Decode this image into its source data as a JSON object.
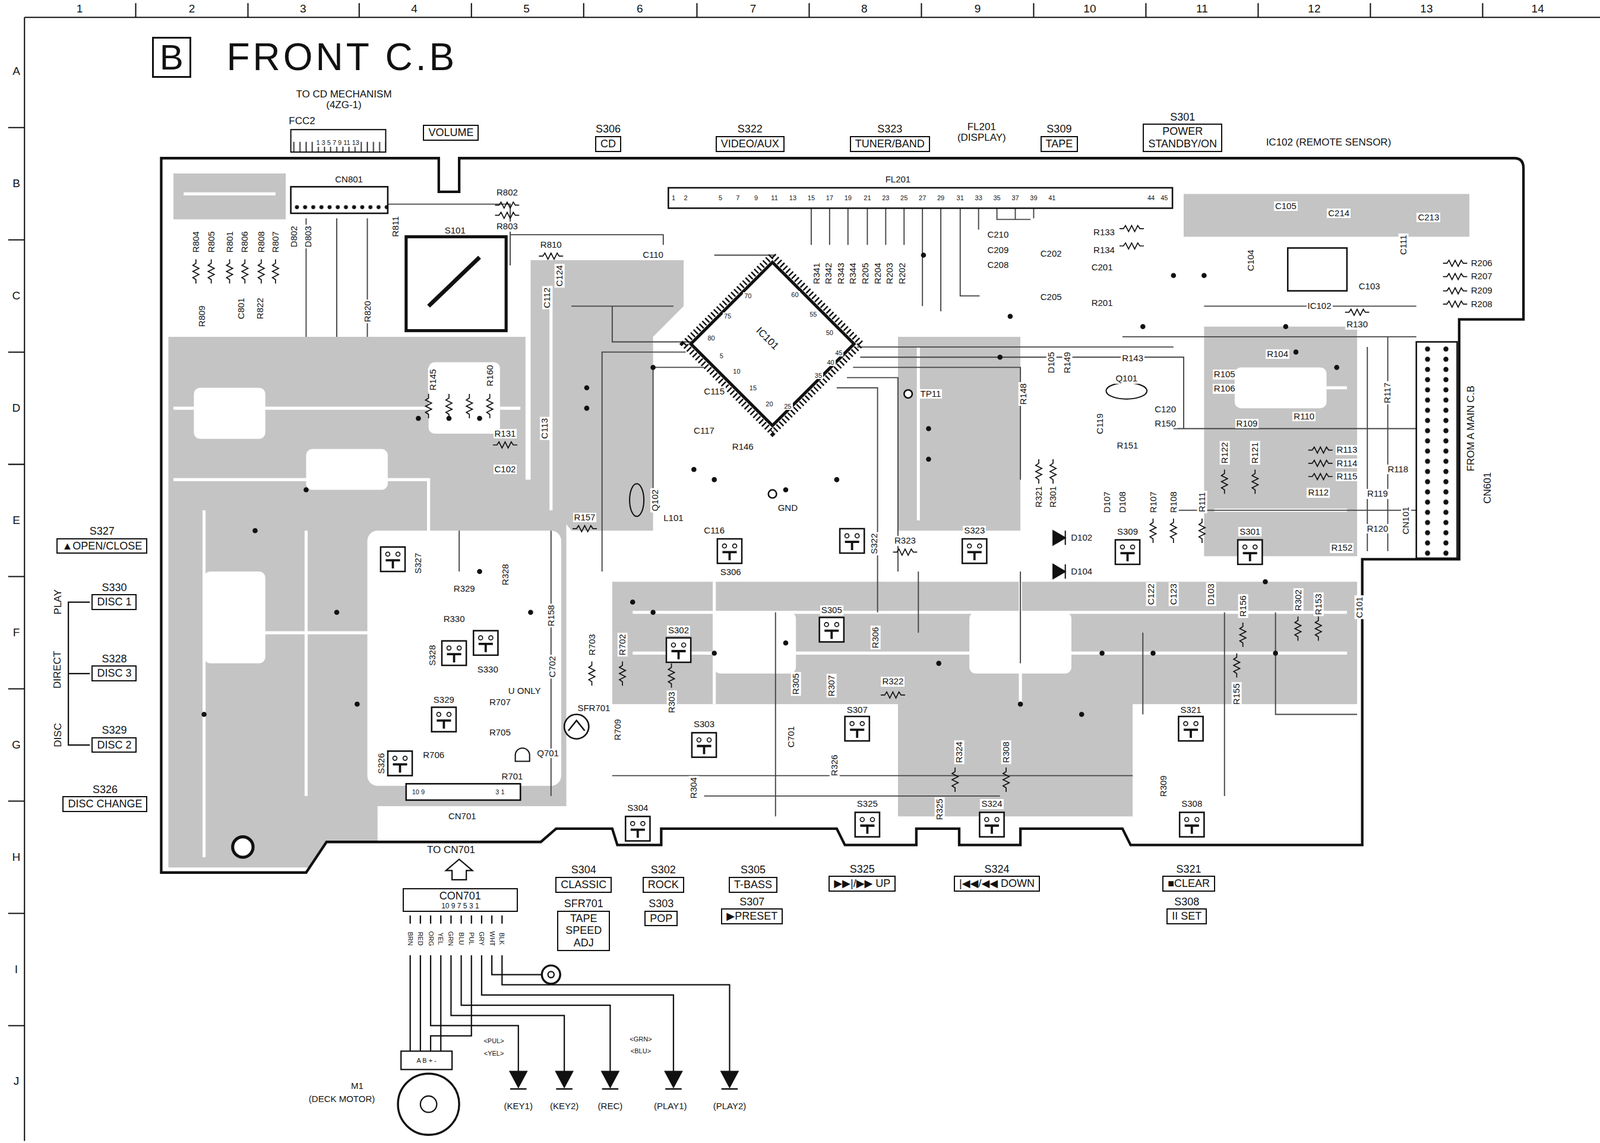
{
  "diagram": {
    "title": "FRONT C.B",
    "nodes": [
      {
        "text": [
          "B"
        ]
      },
      {
        "text": [
          "VOLUME"
        ]
      },
      {
        "text": [
          "S306",
          "CD"
        ]
      },
      {
        "text": [
          "S322",
          "VIDEO/AUX"
        ]
      },
      {
        "text": [
          "S323",
          "TUNER/BAND"
        ]
      },
      {
        "text": [
          "S309",
          "TAPE"
        ]
      },
      {
        "text": [
          "S301",
          "POWER",
          "STANDBY/ON"
        ]
      },
      {
        "text": [
          "S327",
          "▲OPEN/CLOSE"
        ]
      },
      {
        "text": [
          "S330",
          "DISC 1"
        ]
      },
      {
        "text": [
          "S328",
          "DISC 3"
        ]
      },
      {
        "text": [
          "S329",
          "DISC 2"
        ]
      },
      {
        "text": [
          "S326",
          "DISC CHANGE"
        ]
      },
      {
        "text": [
          "CON701",
          "10 9 7 5 3 1"
        ]
      },
      {
        "text": [
          "S304",
          "CLASSIC"
        ]
      },
      {
        "text": [
          "SFR701",
          "TAPE SPEED ADJ"
        ]
      },
      {
        "text": [
          "S302",
          "ROCK"
        ]
      },
      {
        "text": [
          "S303",
          "POP"
        ]
      },
      {
        "text": [
          "S305",
          "T-BASS"
        ]
      },
      {
        "text": [
          "S307",
          "▶PRESET"
        ]
      },
      {
        "text": [
          "S325",
          "▶▶|/▶▶ UP"
        ]
      },
      {
        "text": [
          "S324",
          "|◀◀/◀◀ DOWN"
        ]
      },
      {
        "text": [
          "S321",
          "■CLEAR"
        ]
      },
      {
        "text": [
          "S308",
          "II SET"
        ]
      }
    ],
    "labels": [
      "1",
      "2",
      "3",
      "4",
      "5",
      "6",
      "7",
      "8",
      "9",
      "10",
      "11",
      "12",
      "13",
      "14",
      "A",
      "B",
      "C",
      "D",
      "E",
      "F",
      "G",
      "H",
      "I",
      "J",
      "TO CD MECHANISM (4ZG-1)",
      "FCC2",
      "1 3 5 7 9 11 13",
      "FL201 (DISPLAY)",
      "IC102 (REMOTE SENSOR)",
      "CN801",
      "FL201",
      "1",
      "2",
      "5",
      "7",
      "9",
      "11",
      "13",
      "15",
      "17",
      "19",
      "21",
      "23",
      "25",
      "27",
      "29",
      "31",
      "33",
      "35",
      "37",
      "39",
      "41",
      "44",
      "45",
      "R802",
      "R803",
      "S101",
      "R810",
      "C110",
      "IC101",
      "80",
      "75",
      "70",
      "60",
      "55",
      "50",
      "45",
      "5",
      "10",
      "15",
      "20",
      "25",
      "35",
      "40",
      "C210",
      "C209",
      "C208",
      "C202",
      "C205",
      "C201",
      "R201",
      "R133",
      "R134",
      "C105",
      "C214",
      "C213",
      "C104",
      "IC102",
      "C103",
      "R130",
      "R206",
      "R207",
      "R209",
      "R208",
      "C111",
      "R804",
      "R805",
      "R806",
      "R801",
      "R808",
      "R807",
      "D802",
      "D803",
      "R811",
      "R809",
      "C801",
      "R822",
      "R820",
      "R145",
      "R160",
      "C112",
      "C124",
      "C113",
      "R131",
      "C102",
      "R157",
      "Q102",
      "L101",
      "C116",
      "C115",
      "C117",
      "R146",
      "GND",
      "TP11",
      "R341",
      "R342",
      "R343",
      "R344",
      "R205",
      "R204",
      "R203",
      "R202",
      "R143",
      "Q101",
      "C120",
      "R150",
      "R151",
      "C119",
      "R148",
      "D105",
      "R149",
      "R105",
      "R106",
      "R104",
      "R109",
      "R110",
      "R122",
      "R121",
      "R113",
      "R114",
      "R115",
      "R117",
      "R118",
      "R119",
      "R120",
      "R112",
      "CN101",
      "FROM A MAIN C.B",
      "CN601",
      "D107",
      "D108",
      "R107",
      "R108",
      "R111",
      "R321",
      "R301",
      "D102",
      "D104",
      "C122",
      "C123",
      "D103",
      "R156",
      "R302",
      "R153",
      "C101",
      "R152",
      "R155",
      "R309",
      "S327",
      "S306",
      "S322",
      "S323",
      "S309",
      "S301",
      "S305",
      "S302",
      "S303",
      "S307",
      "S321",
      "S325",
      "S324",
      "S308",
      "S304",
      "S328",
      "S330",
      "S329",
      "S326",
      "R323",
      "R306",
      "R322",
      "R305",
      "R307",
      "C701",
      "R326",
      "R324",
      "R308",
      "R325",
      "R303",
      "R304",
      "R703",
      "R702",
      "R709",
      "SFR701",
      "Q701",
      "R707",
      "R705",
      "R706",
      "R701",
      "R329",
      "R330",
      "R328",
      "R158",
      "C702",
      "U ONLY",
      "CN701",
      "10 9",
      "3 1",
      "TO CN701",
      "BRN",
      "RED",
      "ORG",
      "YEL",
      "GRN",
      "BLU",
      "PUL",
      "GRY",
      "WHT",
      "BLK",
      "<PUL>",
      "<YEL>",
      "<GRN>",
      "<BLU>",
      "A B + -",
      "M1",
      "(DECK MOTOR)",
      "(KEY1)",
      "(KEY2)",
      "(REC)",
      "(PLAY1)",
      "(PLAY2)",
      "PLAY",
      "DIRECT",
      "DISC"
    ]
  }
}
